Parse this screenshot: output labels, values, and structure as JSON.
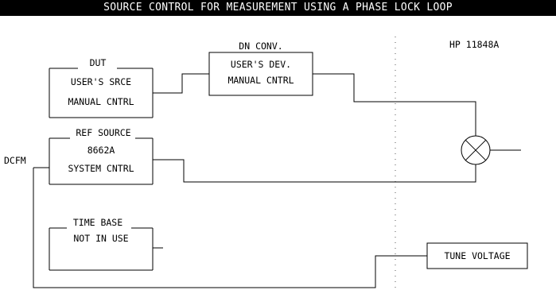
{
  "title": "SOURCE CONTROL FOR MEASUREMENT USING A PHASE LOCK LOOP",
  "instrument_label": "HP 11848A",
  "side_label": "DCFM",
  "blocks": {
    "dut": {
      "heading": "DUT",
      "lines": [
        "USER'S SRCE",
        "MANUAL CNTRL"
      ]
    },
    "down_converter": {
      "heading": "DN CONV.",
      "lines": [
        "USER'S DEV.",
        "MANUAL CNTRL"
      ]
    },
    "ref_source": {
      "heading": "REF SOURCE",
      "lines": [
        "8662A",
        "SYSTEM CNTRL"
      ]
    },
    "time_base": {
      "heading": "TIME BASE",
      "lines": [
        "NOT IN USE"
      ]
    },
    "tune_voltage": {
      "label": "TUNE VOLTAGE"
    }
  },
  "icons": {
    "mixer": "mixer-icon"
  },
  "colors": {
    "background": "#ffffff",
    "ink": "#000000",
    "title_bar": "#000000",
    "title_text": "#ffffff"
  }
}
